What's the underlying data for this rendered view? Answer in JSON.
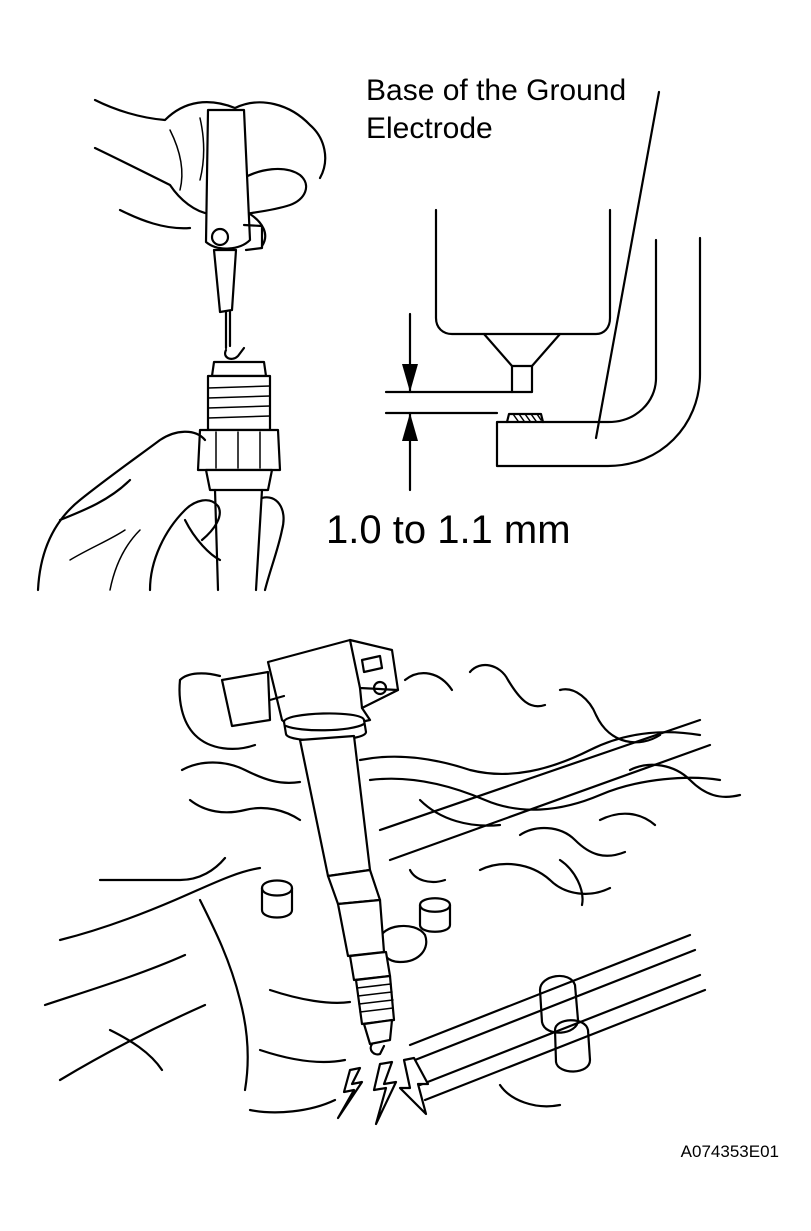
{
  "labels": {
    "ground_line1": "Base of the Ground",
    "ground_line2": "Electrode",
    "gap_spec": "1.0 to 1.1 mm",
    "figure_code": "A074353E01"
  },
  "icons": [
    "hands-holding-feeler-gauge",
    "spark-plug-gap-detail",
    "ignition-coil-with-spark-plug",
    "engine-head",
    "spark-icon"
  ]
}
